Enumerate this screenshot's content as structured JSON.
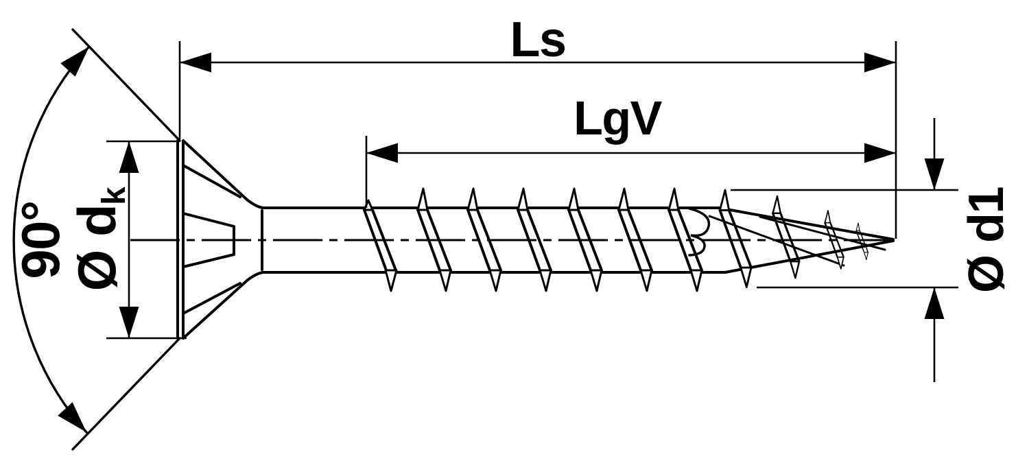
{
  "diagram": {
    "type": "technical-drawing",
    "subject": "Countersunk screw side view with dimension annotations",
    "background_color": "#ffffff",
    "line_color": "#000000",
    "labels": {
      "total_length": "Ls",
      "threaded_length": "LgV",
      "countersink_angle": "90°",
      "head_diameter_main": "Ø d",
      "head_diameter_sub": "k",
      "outer_thread_diameter": "Ø d1"
    }
  }
}
